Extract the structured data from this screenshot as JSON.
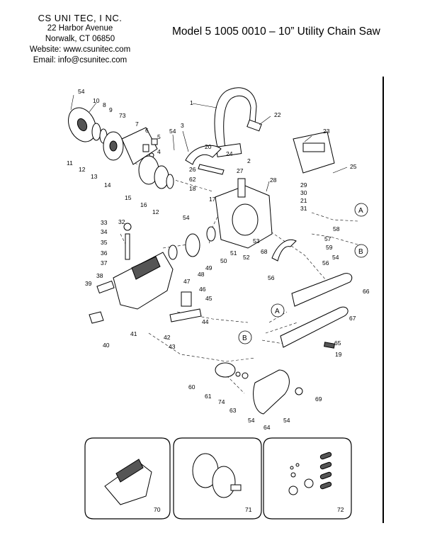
{
  "company": {
    "name": "CS UNI TEC, I NC.",
    "address1": "22 Harbor Avenue",
    "address2": "Norwalk, CT 06850",
    "website": "Website: www.csunitec.com",
    "email": "Email: info@csunitec.com"
  },
  "title": "Model 5 1005 0010 – 10” Utility Chain Saw",
  "callouts": {
    "n1": "1",
    "n2": "2",
    "n3": "3",
    "n4": "4",
    "n5": "5",
    "n6": "6",
    "n7": "7",
    "n8": "8",
    "n9": "9",
    "n10": "10",
    "n11": "11",
    "n12a": "12",
    "n12b": "12",
    "n13": "13",
    "n14": "14",
    "n15": "15",
    "n16": "16",
    "n17": "17",
    "n18": "18",
    "n19": "19",
    "n20": "20",
    "n21": "21",
    "n22": "22",
    "n23": "23",
    "n24": "24",
    "n25": "25",
    "n26": "26",
    "n27": "27",
    "n28": "28",
    "n29": "29",
    "n30": "30",
    "n31": "31",
    "n32": "32",
    "n33": "33",
    "n34": "34",
    "n35": "35",
    "n36": "36",
    "n37": "37",
    "n38": "38",
    "n39": "39",
    "n40": "40",
    "n41": "41",
    "n42": "42",
    "n43": "43",
    "n44": "44",
    "n45": "45",
    "n46": "46",
    "n47": "47",
    "n48": "48",
    "n49": "49",
    "n50": "50",
    "n51": "51",
    "n52": "52",
    "n53": "53",
    "n54a": "54",
    "n54b": "54",
    "n54c": "54",
    "n54d": "54",
    "n54e": "54",
    "n54f": "54",
    "n56a": "56",
    "n56b": "56",
    "n57": "57",
    "n58": "58",
    "n59": "59",
    "n60": "60",
    "n61": "61",
    "n62": "62",
    "n63": "63",
    "n64": "64",
    "n65": "65",
    "n66": "66",
    "n67": "67",
    "n68": "68",
    "n69": "69",
    "n73": "73",
    "n74": "74",
    "p70": "70",
    "p71": "71",
    "p72": "72",
    "refA1": "A",
    "refB1": "B",
    "refA2": "A",
    "refB2": "B"
  }
}
